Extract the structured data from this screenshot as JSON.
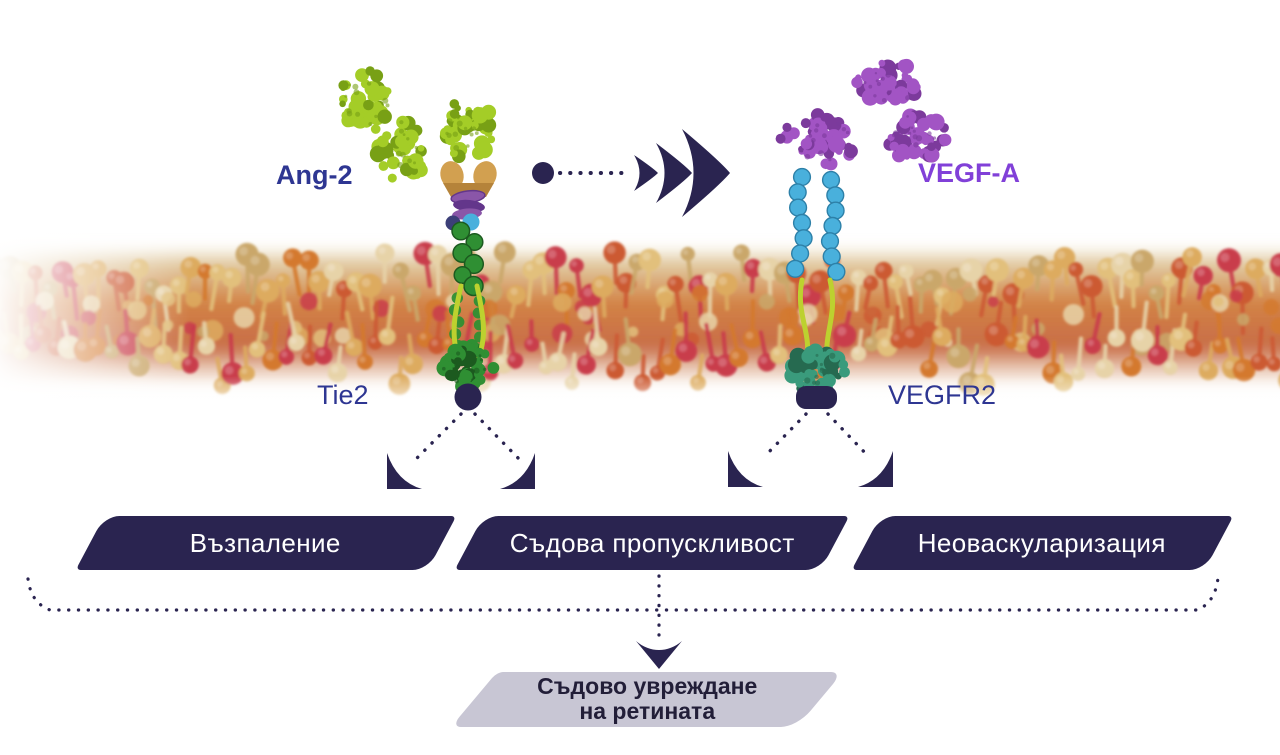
{
  "diagram": {
    "molecule_labels": {
      "ang2": "Ang-2",
      "vegfa": "VEGF-A",
      "tie2": "Tie2",
      "vegfr2": "VEGFR2"
    },
    "outcome_banners": [
      {
        "label": "Възпаление"
      },
      {
        "label": "Съдова пропускливост"
      },
      {
        "label": "Неоваскуларизация"
      }
    ],
    "final_outcome": {
      "line1": "Съдово увреждане",
      "line2": "на ретината"
    },
    "colors": {
      "navy": "#2a2450",
      "label_blue": "#2e3692",
      "vegf_purple": "#8140d8",
      "banner_text": "#ffffff",
      "outcome_bg": "#c8c6d4",
      "outcome_text": "#221e38",
      "lime": "#a4cd27",
      "lime_dark": "#78a015",
      "gold": "#d2a050",
      "gold_dark": "#b5833a",
      "disc_purple": "#8a56a8",
      "disc_purple_dark": "#63368b",
      "sphere_navy": "#3c3f78",
      "sky_blue": "#49b0dc",
      "sky_blue_dark": "#2d80a8",
      "bead_green": "#2f8f33",
      "bead_green_dark": "#1c5a1f",
      "stem_green": "#bdd12f",
      "teal": "#3a9b7c",
      "teal_dark": "#266a50",
      "vegf_mol": "#a254c4",
      "vegf_mol_dark": "#7c3a9c",
      "membrane_palette": [
        "#e7d3a8",
        "#ddab5f",
        "#d4792f",
        "#cc5a33",
        "#c93c4b",
        "#e2c07c",
        "#caa76a"
      ]
    }
  }
}
